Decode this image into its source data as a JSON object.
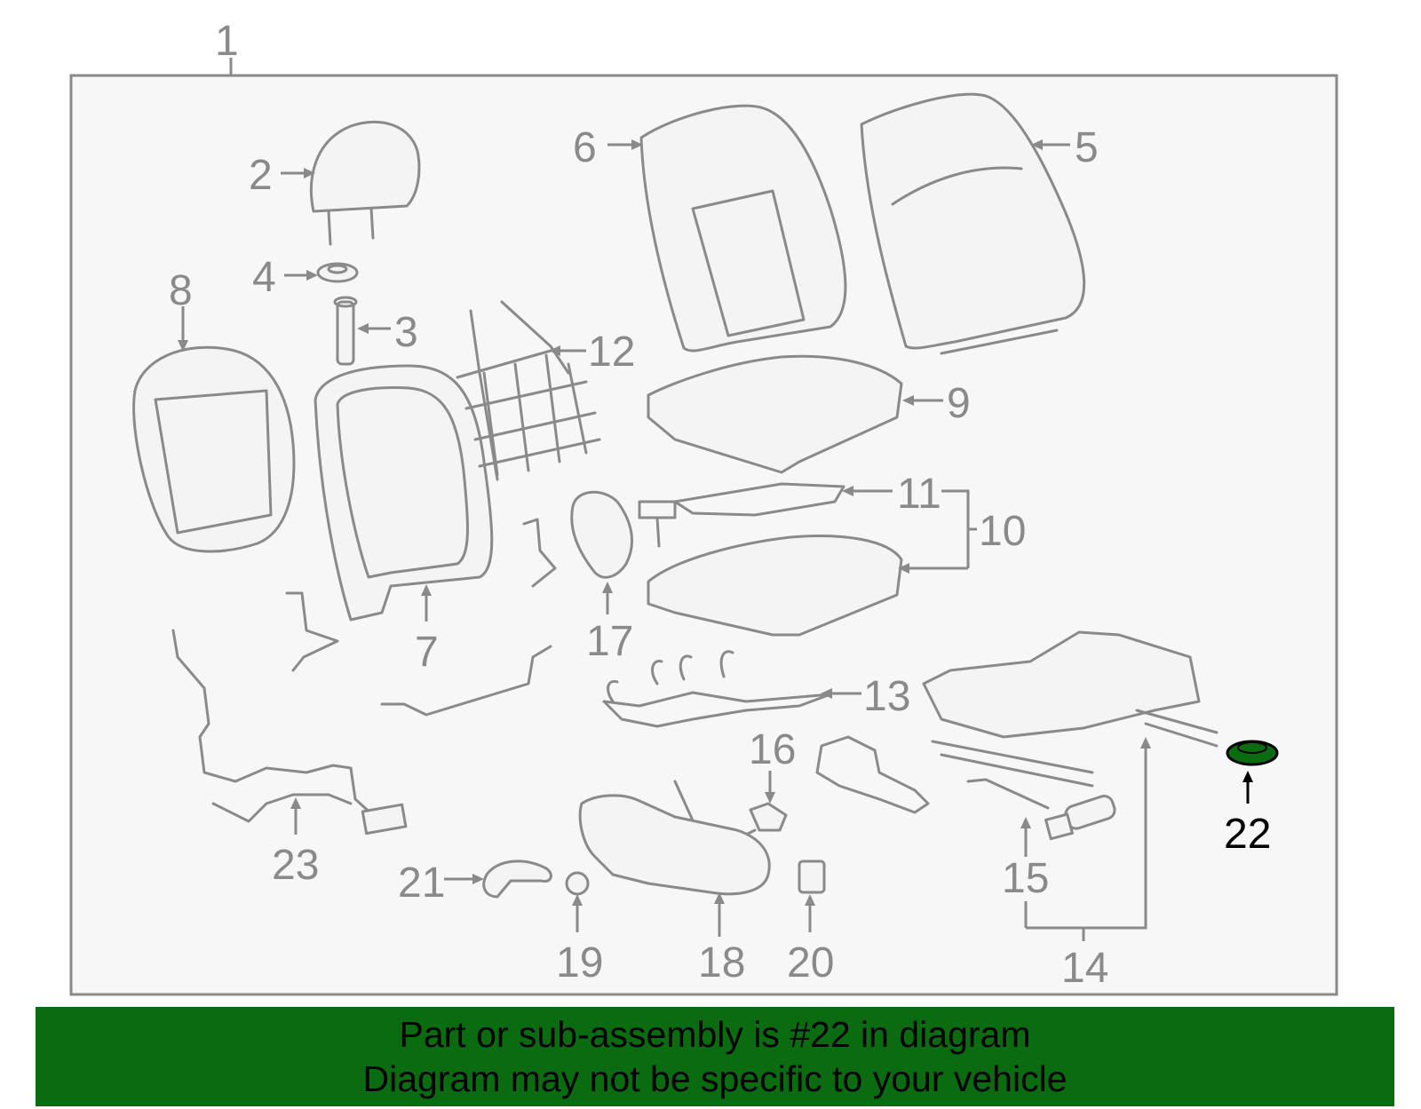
{
  "diagram": {
    "highlight_color": "#0a6b10",
    "callouts": {
      "c1": "1",
      "c2": "2",
      "c3": "3",
      "c4": "4",
      "c5": "5",
      "c6": "6",
      "c7": "7",
      "c8": "8",
      "c9": "9",
      "c10": "10",
      "c11": "11",
      "c12": "12",
      "c13": "13",
      "c14": "14",
      "c15": "15",
      "c16": "16",
      "c17": "17",
      "c18": "18",
      "c19": "19",
      "c20": "20",
      "c21": "21",
      "c22": "22",
      "c23": "23"
    }
  },
  "footer": {
    "background": "#0a6b10",
    "line1": "Part or sub-assembly is #22 in diagram",
    "line2": "Diagram may not be specific to your vehicle"
  }
}
